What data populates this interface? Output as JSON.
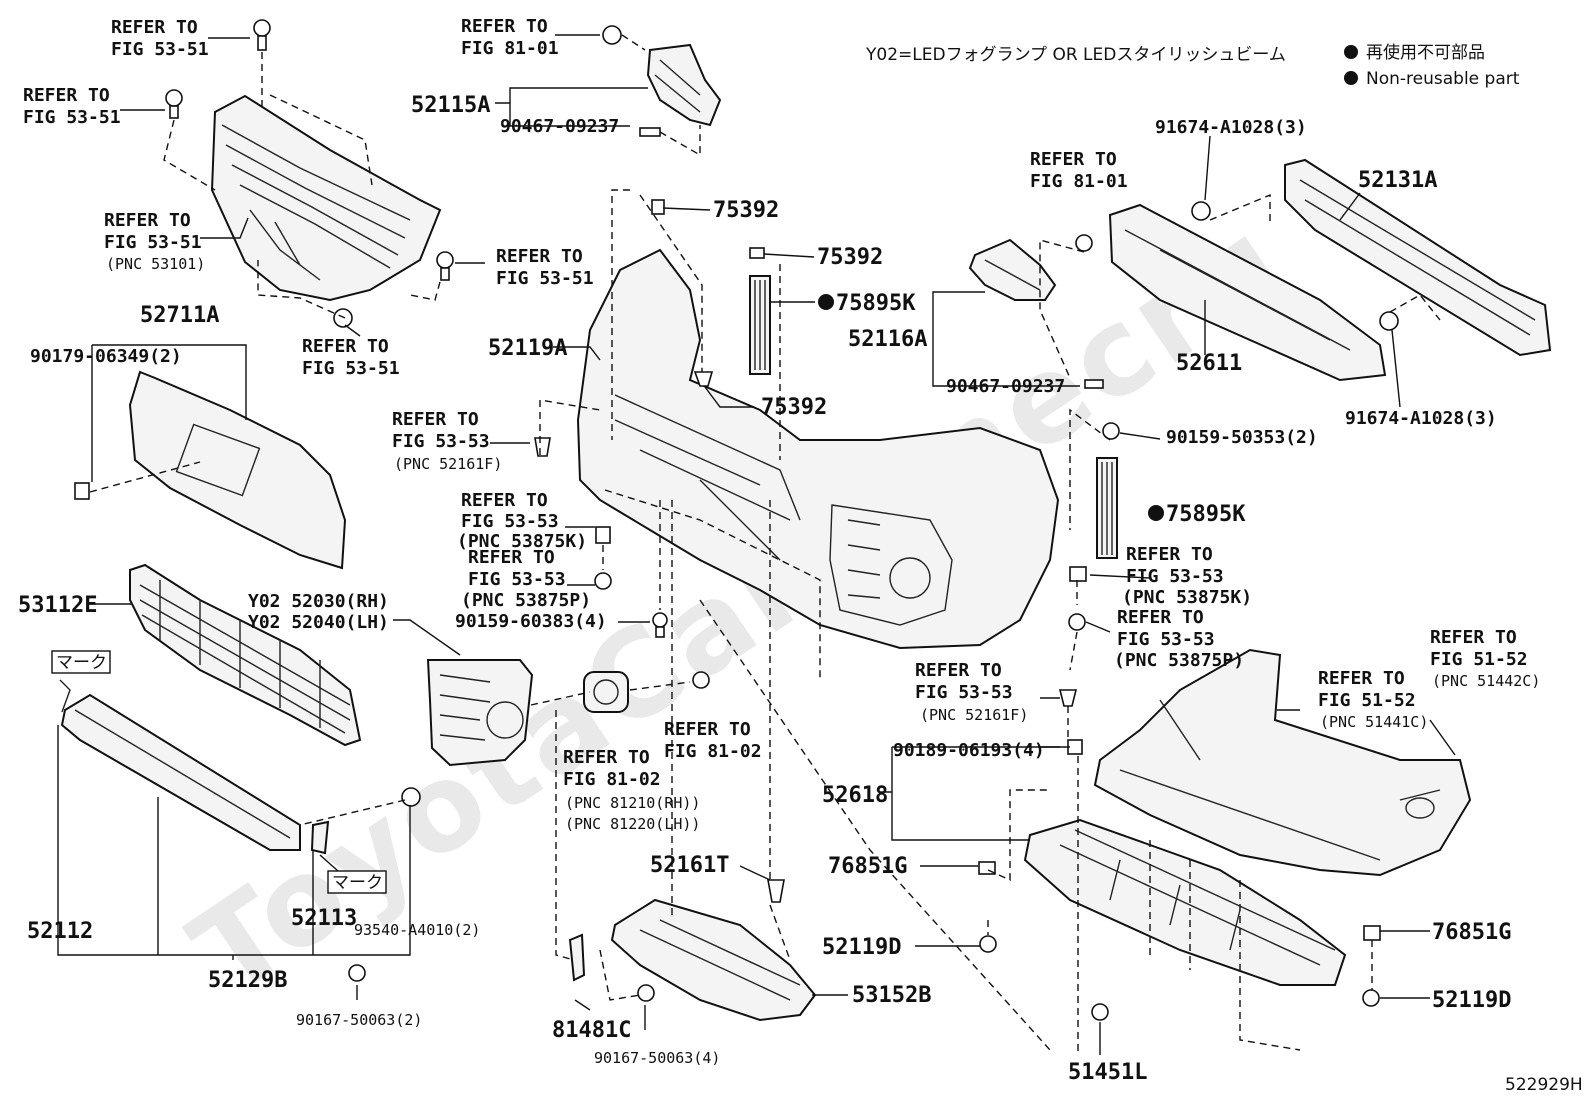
{
  "diagram_code": "522929H",
  "legend": {
    "y02_note": "Y02=LEDフォグランプ OR LEDスタイリッシュビーム",
    "non_reusable_jp": "再使用不可部品",
    "non_reusable_en": "Non-reusable part"
  },
  "watermark": "ToyotaCarMinecru",
  "labels": {
    "refer_5351_a_1": "REFER TO",
    "refer_5351_a_2": "FIG 53-51",
    "refer_5351_b_1": "REFER TO",
    "refer_5351_b_2": "FIG 53-51",
    "refer_5351_c_1": "REFER TO",
    "refer_5351_c_2": "FIG 53-51",
    "refer_5351_c_3": "(PNC 53101)",
    "refer_5351_d_1": "REFER TO",
    "refer_5351_d_2": "FIG 53-51",
    "refer_5351_e_1": "REFER TO",
    "refer_5351_e_2": "FIG 53-51",
    "refer_8101_a_1": "REFER TO",
    "refer_8101_a_2": "FIG 81-01",
    "refer_8101_b_1": "REFER TO",
    "refer_8101_b_2": "FIG 81-01",
    "refer_5353_a_1": "REFER TO",
    "refer_5353_a_2": "FIG 53-53",
    "refer_5353_a_3": "(PNC 52161F)",
    "refer_5353_b_1": "REFER TO",
    "refer_5353_b_2": "FIG 53-53",
    "refer_5353_b_3": "(PNC 53875K)",
    "refer_5353_c_1": "REFER TO",
    "refer_5353_c_2": "FIG 53-53",
    "refer_5353_c_3": "(PNC 53875P)",
    "refer_5353_d_1": "REFER TO",
    "refer_5353_d_2": "FIG 53-53",
    "refer_5353_d_3": "(PNC 53875K)",
    "refer_5353_e_1": "REFER TO",
    "refer_5353_e_2": "FIG 53-53",
    "refer_5353_e_3": "(PNC 53875P)",
    "refer_5353_f_1": "REFER TO",
    "refer_5353_f_2": "FIG 53-53",
    "refer_5353_f_3": "(PNC 52161F)",
    "refer_8102_a_1": "REFER TO",
    "refer_8102_a_2": "FIG 81-02",
    "refer_8102_b_1": "REFER TO",
    "refer_8102_b_2": "FIG 81-02",
    "refer_8102_b_3": "(PNC 81210(RH))",
    "refer_8102_b_4": "(PNC 81220(LH))",
    "refer_5152_a_1": "REFER TO",
    "refer_5152_a_2": "FIG 51-52",
    "refer_5152_a_3": "(PNC 51442C)",
    "refer_5152_b_1": "REFER TO",
    "refer_5152_b_2": "FIG 51-52",
    "refer_5152_b_3": "(PNC 51441C)",
    "p_52115A": "52115A",
    "p_90467_09237_a": "90467-09237",
    "p_75392_a": "75392",
    "p_75392_b": "75392",
    "p_75392_c": "75392",
    "p_75895K_a": "75895K",
    "p_75895K_b": "75895K",
    "p_52119A": "52119A",
    "p_52711A": "52711A",
    "p_90179_06349": "90179-06349(2)",
    "p_52116A": "52116A",
    "p_90467_09237_b": "90467-09237",
    "p_90159_50353": "90159-50353(2)",
    "p_91674_a": "91674-A1028(3)",
    "p_91674_b": "91674-A1028(3)",
    "p_52131A": "52131A",
    "p_52611": "52611",
    "p_53112E": "53112E",
    "p_y02_rh": "Y02 52030(RH)",
    "p_y02_lh": "Y02 52040(LH)",
    "p_90159_60383": "90159-60383(4)",
    "p_52618": "52618",
    "p_90189_06193": "90189-06193(4)",
    "p_76851G_a": "76851G",
    "p_76851G_b": "76851G",
    "p_52119D_a": "52119D",
    "p_52119D_b": "52119D",
    "p_51451L": "51451L",
    "p_52161T": "52161T",
    "p_53152B": "53152B",
    "p_81481C": "81481C",
    "p_90167_50063_a": "90167-50063(2)",
    "p_90167_50063_b": "90167-50063(4)",
    "p_52112": "52112",
    "p_52113": "52113",
    "p_93540": "93540-A4010(2)",
    "p_52129B": "52129B",
    "mark_a": "マーク",
    "mark_b": "マーク"
  }
}
